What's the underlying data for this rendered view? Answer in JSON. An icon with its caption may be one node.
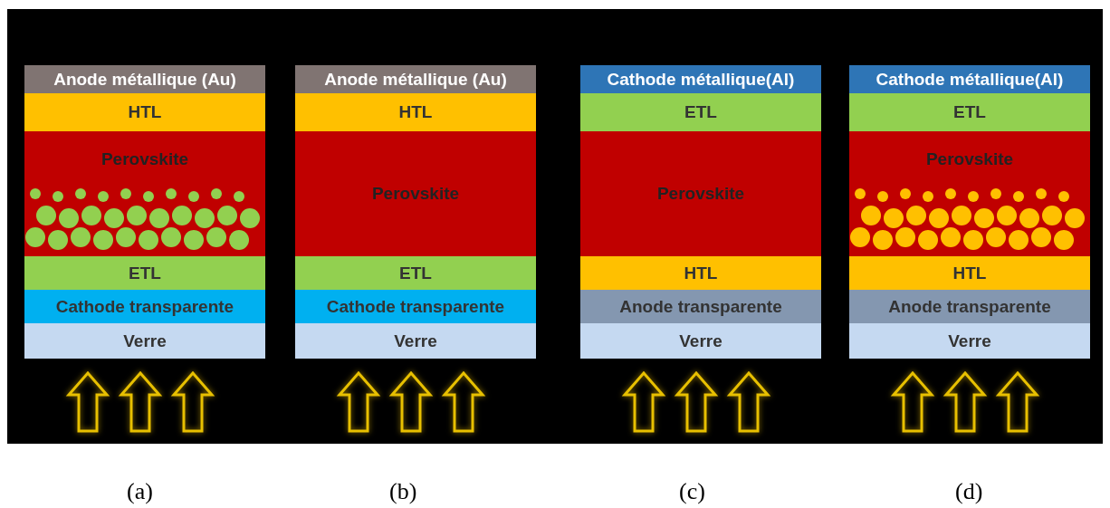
{
  "diagram": {
    "nodes": [
      {
        "text": [
          "Anode métallique (Au)"
        ]
      },
      {
        "text": [
          "HTL"
        ]
      },
      {
        "text": [
          "Perovskite"
        ]
      },
      {
        "text": [
          "ETL"
        ]
      },
      {
        "text": [
          "Cathode transparente"
        ]
      },
      {
        "text": [
          "Verre"
        ]
      },
      {
        "text": [
          "Anode métallique (Au)"
        ]
      },
      {
        "text": [
          "HTL"
        ]
      },
      {
        "text": [
          "Perovskite"
        ]
      },
      {
        "text": [
          "ETL"
        ]
      },
      {
        "text": [
          "Cathode transparente"
        ]
      },
      {
        "text": [
          "Verre"
        ]
      },
      {
        "text": [
          "Cathode métallique(Al)"
        ]
      },
      {
        "text": [
          "ETL"
        ]
      },
      {
        "text": [
          "Perovskite"
        ]
      },
      {
        "text": [
          "HTL"
        ]
      },
      {
        "text": [
          "Anode transparente"
        ]
      },
      {
        "text": [
          "Verre"
        ]
      },
      {
        "text": [
          "Cathode métallique(Al)"
        ]
      },
      {
        "text": [
          "ETL"
        ]
      },
      {
        "text": [
          "Perovskite"
        ]
      },
      {
        "text": [
          "HTL"
        ]
      },
      {
        "text": [
          "Anode transparente"
        ]
      },
      {
        "text": [
          "Verre"
        ]
      }
    ],
    "labels": [
      "(a)",
      "(b)",
      "(c)",
      "(d)"
    ]
  }
}
